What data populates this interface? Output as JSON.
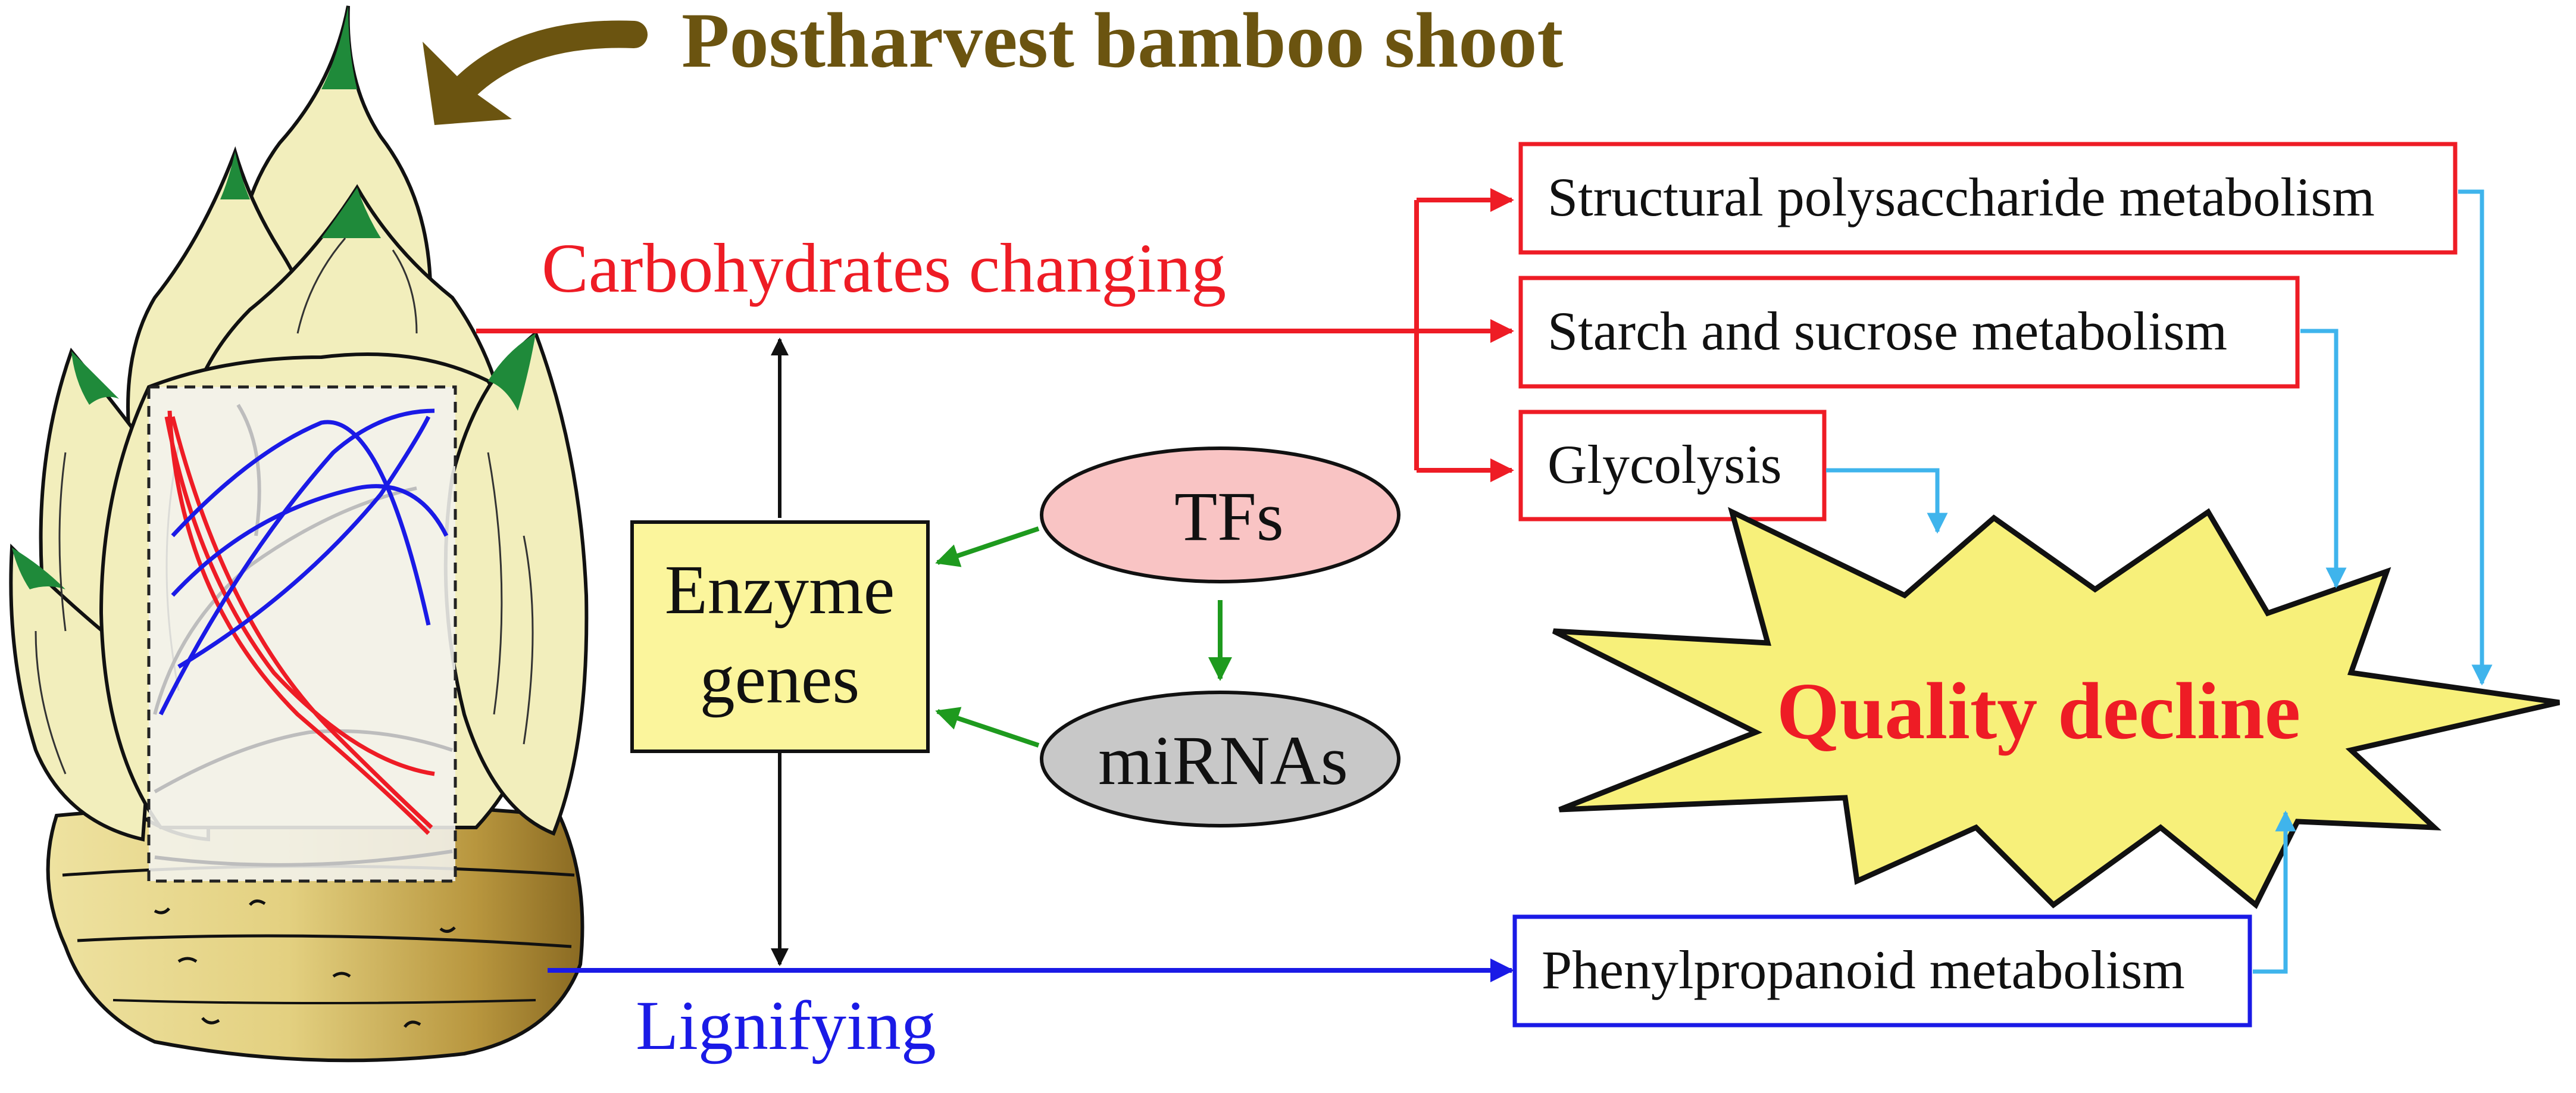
{
  "title": "Postharvest bamboo shoot",
  "pathways": {
    "carbohydrates": "Carbohydrates changing",
    "lignifying": "Lignifying"
  },
  "metabolism_boxes": {
    "structural": "Structural polysaccharide metabolism",
    "starch": "Starch and sucrose metabolism",
    "glycolysis": "Glycolysis",
    "phenylpropanoid": "Phenylpropanoid metabolism"
  },
  "regulators": {
    "enzyme_line1": "Enzyme",
    "enzyme_line2": "genes",
    "tfs": "TFs",
    "mirnas": "miRNAs"
  },
  "outcome": "Quality decline",
  "colors": {
    "title": "#6b5410",
    "carbohydrate": "#ee1c25",
    "lignin": "#1a1ae6",
    "quality_arrow": "#3fb4ec",
    "regulation_arrow": "#1e9a1e",
    "enzyme_fill": "#fbf59c",
    "tfs_fill": "#f9c4c4",
    "mirnas_fill": "#c8c8c8",
    "burst_fill": "#f7f07a",
    "shoot_fill": "#f2eebc",
    "base_fill": "#cdb15d"
  }
}
